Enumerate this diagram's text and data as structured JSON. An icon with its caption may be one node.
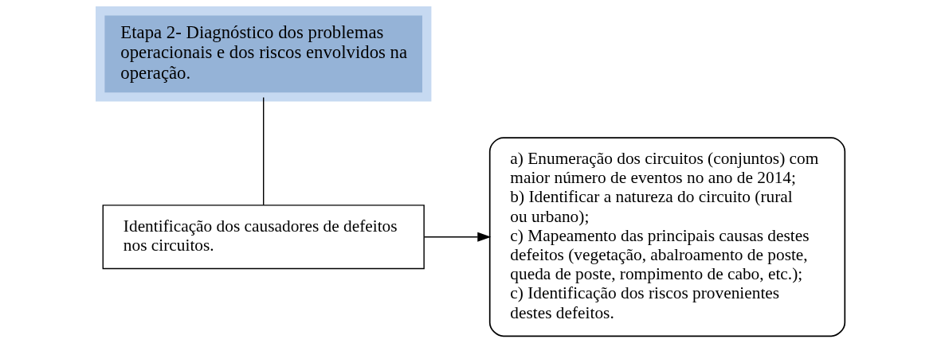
{
  "diagram": {
    "nodes": [
      {
        "text": [
          "Etapa 2- Diagnóstico dos problemas operacionais e dos riscos envolvidos na operação."
        ]
      },
      {
        "text": [
          "Identificação dos causadores de defeitos nos circuitos."
        ]
      },
      {
        "text": [
          "a) Enumeração dos circuitos (conjuntos) com maior número de eventos no ano de 2014;",
          "b) Identificar a natureza do circuito (rural ou urbano);",
          "c) Mapeamento das principais causas destes defeitos (vegetação, abalroamento de poste, queda de poste, rompimento de cabo, etc.);",
          "c) Identificação dos riscos provenientes destes defeitos."
        ]
      }
    ],
    "edges": [
      {
        "from": 0,
        "to": 1,
        "arrow": "none"
      },
      {
        "from": 1,
        "to": 2,
        "arrow": "to"
      }
    ]
  }
}
